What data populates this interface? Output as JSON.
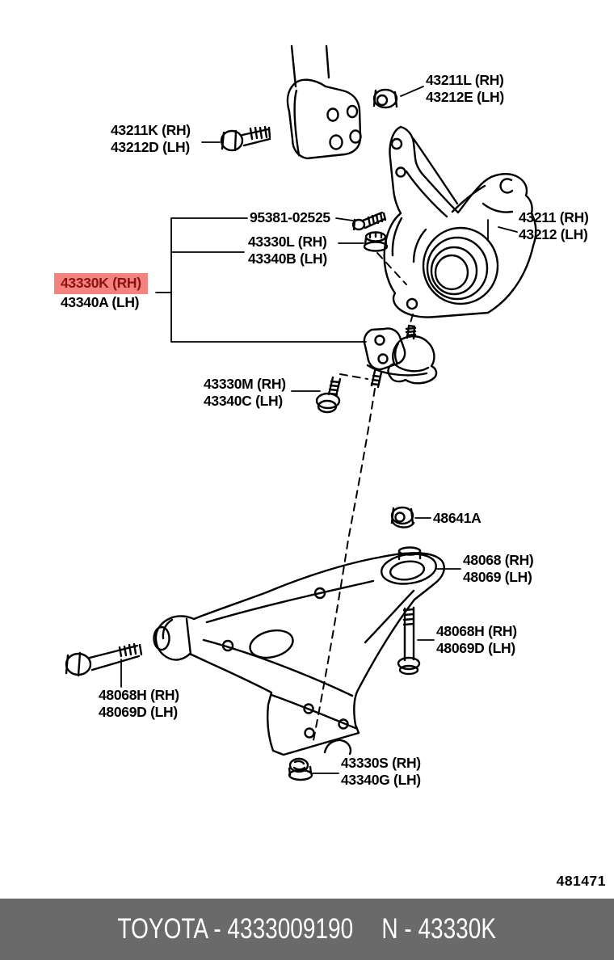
{
  "page": {
    "background": "#ffffff"
  },
  "highlight": {
    "bg": "#f4827e",
    "text_color": "#8b1310"
  },
  "parts": {
    "p43211k": {
      "lines": [
        "43211K (RH)",
        "43212D (LH)"
      ]
    },
    "p43211l": {
      "lines": [
        "43211L (RH)",
        "43212E (LH)"
      ]
    },
    "p43211": {
      "lines": [
        "43211 (RH)",
        "43212 (LH)"
      ]
    },
    "p95381": {
      "lines": [
        "95381-02525"
      ]
    },
    "p43330l": {
      "lines": [
        "43330L (RH)",
        "43340B (LH)"
      ]
    },
    "p43330k": {
      "lines": [
        "43330K (RH)",
        "43340A (LH)"
      ],
      "highlighted_line": 0
    },
    "p43330m": {
      "lines": [
        "43330M (RH)",
        "43340C (LH)"
      ]
    },
    "p48641a": {
      "lines": [
        "48641A"
      ]
    },
    "p48068": {
      "lines": [
        "48068 (RH)",
        "48069 (LH)"
      ]
    },
    "p48068h_right": {
      "lines": [
        "48068H (RH)",
        "48069D (LH)"
      ]
    },
    "p48068h_left": {
      "lines": [
        "48068H (RH)",
        "48069D (LH)"
      ]
    },
    "p43330s": {
      "lines": [
        "43330S (RH)",
        "43340G (LH)"
      ]
    }
  },
  "ref_number": "481471",
  "footer": {
    "left": "TOYOTA - 4333009190",
    "right": "N - 43330K",
    "bg": "#6a6a6a"
  }
}
